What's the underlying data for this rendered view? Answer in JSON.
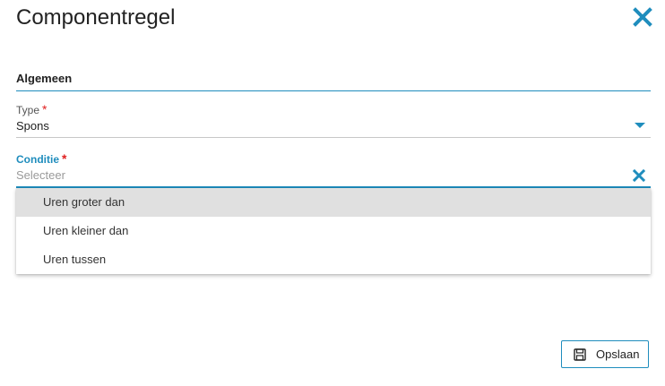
{
  "dialog": {
    "title": "Componentregel",
    "close_icon": "close-icon"
  },
  "section": {
    "title": "Algemeen"
  },
  "fields": {
    "type": {
      "label": "Type",
      "required_marker": "*",
      "value": "Spons",
      "icon": "chevron-down-icon"
    },
    "conditie": {
      "label": "Conditie",
      "required_marker": "*",
      "placeholder": "Selecteer",
      "icon": "clear-icon"
    }
  },
  "menu": {
    "items": [
      {
        "label": "Uren groter dan",
        "highlighted": true
      },
      {
        "label": "Uren kleiner dan",
        "highlighted": false
      },
      {
        "label": "Uren tussen",
        "highlighted": false
      }
    ]
  },
  "footer": {
    "save_label": "Opslaan",
    "save_icon": "save-icon"
  },
  "colors": {
    "accent": "#1f8dbd",
    "required": "#e02020",
    "highlight": "#e0e0e0"
  }
}
